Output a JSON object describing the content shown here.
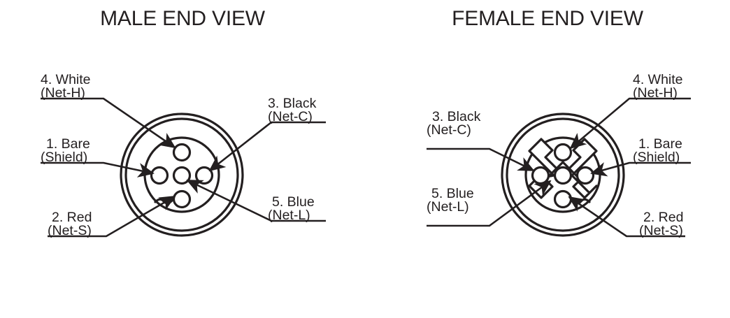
{
  "figure": {
    "type": "connector-pinout-diagram",
    "stroke_color": "#231f20",
    "background_color": "#ffffff"
  },
  "male": {
    "title": "MALE END VIEW",
    "connector": {
      "style": "5-pin-male",
      "pins": [
        "top",
        "left",
        "center",
        "right",
        "bottom"
      ],
      "keyway": "small-notch-lower-left"
    },
    "labels": {
      "white": {
        "line1": "4. White",
        "line2": "(Net-H)"
      },
      "bare": {
        "line1": "1. Bare",
        "line2": "(Shield)"
      },
      "red": {
        "line1": "2. Red",
        "line2": "(Net-S)"
      },
      "black": {
        "line1": "3. Black",
        "line2": "(Net-C)"
      },
      "blue": {
        "line1": "5. Blue",
        "line2": "(Net-L)"
      }
    }
  },
  "female": {
    "title": "FEMALE END VIEW",
    "connector": {
      "style": "5-socket-female",
      "pins": [
        "top",
        "left",
        "center",
        "right",
        "bottom"
      ],
      "keyway": "x-shaped-pinwheel"
    },
    "labels": {
      "black": {
        "line1": "3. Black",
        "line2": "(Net-C)"
      },
      "blue": {
        "line1": "5. Blue",
        "line2": "(Net-L)"
      },
      "white": {
        "line1": "4. White",
        "line2": "(Net-H)"
      },
      "bare": {
        "line1": "1. Bare",
        "line2": "(Shield)"
      },
      "red": {
        "line1": "2. Red",
        "line2": "(Net-S)"
      }
    }
  },
  "pin_legend": [
    {
      "number": "1",
      "color": "Bare",
      "net": "Shield"
    },
    {
      "number": "2",
      "color": "Red",
      "net": "Net-S"
    },
    {
      "number": "3",
      "color": "Black",
      "net": "Net-C"
    },
    {
      "number": "4",
      "color": "White",
      "net": "Net-H"
    },
    {
      "number": "5",
      "color": "Blue",
      "net": "Net-L"
    }
  ]
}
